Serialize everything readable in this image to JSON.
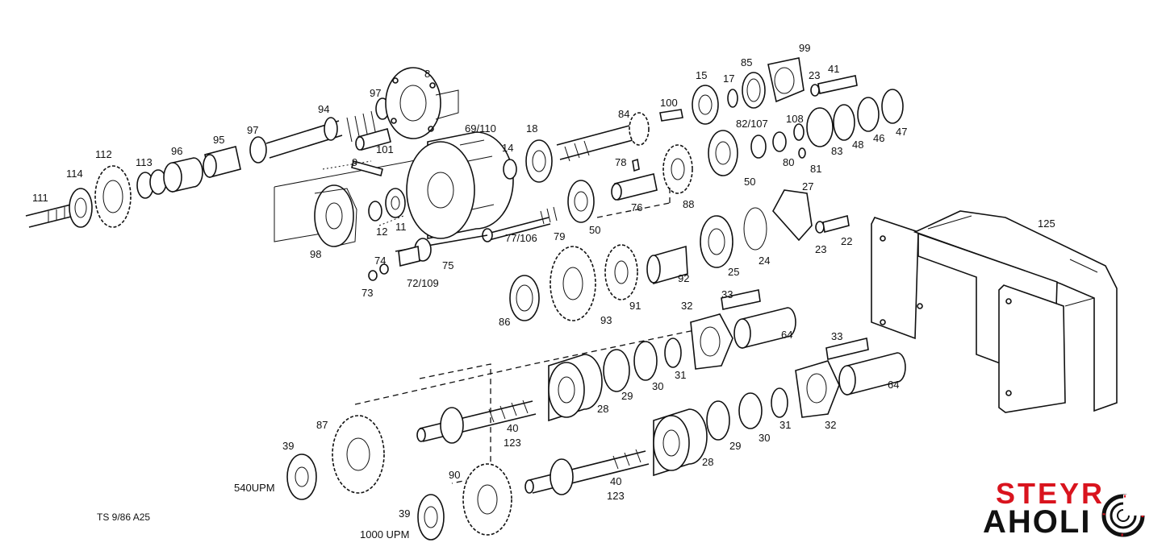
{
  "diagram": {
    "parts": [
      {
        "id": "p111",
        "label": "111"
      },
      {
        "id": "p114",
        "label": "114"
      },
      {
        "id": "p112",
        "label": "112"
      },
      {
        "id": "p113",
        "label": "113"
      },
      {
        "id": "p96",
        "label": "96"
      },
      {
        "id": "p95",
        "label": "95"
      },
      {
        "id": "p97a",
        "label": "97"
      },
      {
        "id": "p94",
        "label": "94"
      },
      {
        "id": "p97b",
        "label": "97"
      },
      {
        "id": "p8",
        "label": "8"
      },
      {
        "id": "p101",
        "label": "101"
      },
      {
        "id": "p9",
        "label": "9"
      },
      {
        "id": "p69",
        "label": "69/110"
      },
      {
        "id": "p18",
        "label": "18"
      },
      {
        "id": "p14",
        "label": "14"
      },
      {
        "id": "p84",
        "label": "84"
      },
      {
        "id": "p100",
        "label": "100"
      },
      {
        "id": "p15",
        "label": "15"
      },
      {
        "id": "p17",
        "label": "17"
      },
      {
        "id": "p85",
        "label": "85"
      },
      {
        "id": "p99",
        "label": "99"
      },
      {
        "id": "p23a",
        "label": "23"
      },
      {
        "id": "p41",
        "label": "41"
      },
      {
        "id": "p82",
        "label": "82/107"
      },
      {
        "id": "p108",
        "label": "108"
      },
      {
        "id": "p83",
        "label": "83"
      },
      {
        "id": "p48",
        "label": "48"
      },
      {
        "id": "p46",
        "label": "46"
      },
      {
        "id": "p47",
        "label": "47"
      },
      {
        "id": "p80",
        "label": "80"
      },
      {
        "id": "p81",
        "label": "81"
      },
      {
        "id": "p78",
        "label": "78"
      },
      {
        "id": "p50a",
        "label": "50"
      },
      {
        "id": "p76",
        "label": "76"
      },
      {
        "id": "p88",
        "label": "88"
      },
      {
        "id": "p27",
        "label": "27"
      },
      {
        "id": "p98",
        "label": "98"
      },
      {
        "id": "p12",
        "label": "12"
      },
      {
        "id": "p11",
        "label": "11"
      },
      {
        "id": "p79",
        "label": "79"
      },
      {
        "id": "p77",
        "label": "77/106"
      },
      {
        "id": "p50b",
        "label": "50"
      },
      {
        "id": "p23b",
        "label": "23"
      },
      {
        "id": "p22",
        "label": "22"
      },
      {
        "id": "p125",
        "label": "125"
      },
      {
        "id": "p74",
        "label": "74"
      },
      {
        "id": "p75",
        "label": "75"
      },
      {
        "id": "p72",
        "label": "72/109"
      },
      {
        "id": "p73",
        "label": "73"
      },
      {
        "id": "p25",
        "label": "25"
      },
      {
        "id": "p24",
        "label": "24"
      },
      {
        "id": "p92",
        "label": "92"
      },
      {
        "id": "p86",
        "label": "86"
      },
      {
        "id": "p91",
        "label": "91"
      },
      {
        "id": "p93",
        "label": "93"
      },
      {
        "id": "p33a",
        "label": "33"
      },
      {
        "id": "p32a",
        "label": "32"
      },
      {
        "id": "p64a",
        "label": "64"
      },
      {
        "id": "p31a",
        "label": "31"
      },
      {
        "id": "p30a",
        "label": "30"
      },
      {
        "id": "p29a",
        "label": "29"
      },
      {
        "id": "p28a",
        "label": "28"
      },
      {
        "id": "p40a",
        "label": "40"
      },
      {
        "id": "p123a",
        "label": "123"
      },
      {
        "id": "p87",
        "label": "87"
      },
      {
        "id": "p39a",
        "label": "39"
      },
      {
        "id": "p540",
        "label": "540UPM"
      },
      {
        "id": "p33b",
        "label": "33"
      },
      {
        "id": "p64b",
        "label": "64"
      },
      {
        "id": "p32b",
        "label": "32"
      },
      {
        "id": "p31b",
        "label": "31"
      },
      {
        "id": "p30b",
        "label": "30"
      },
      {
        "id": "p29b",
        "label": "29"
      },
      {
        "id": "p28b",
        "label": "28"
      },
      {
        "id": "p40b",
        "label": "40"
      },
      {
        "id": "p123b",
        "label": "123"
      },
      {
        "id": "p90",
        "label": "90"
      },
      {
        "id": "p39b",
        "label": "39"
      },
      {
        "id": "p1000",
        "label": "1000 UPM"
      }
    ],
    "drawing_code": "TS 9/86 A25"
  },
  "logo": {
    "line1": "STEYR",
    "line2": "AHOLI",
    "accent_color": "#d9141e",
    "text_color": "#111111"
  }
}
